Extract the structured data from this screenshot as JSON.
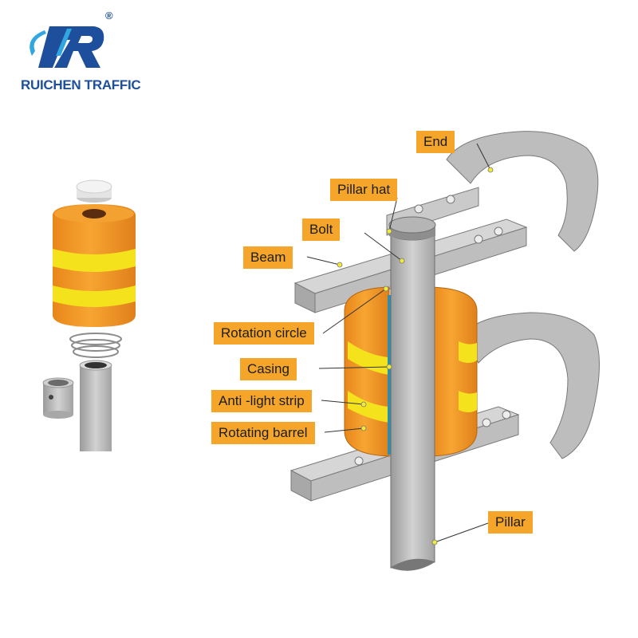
{
  "logo": {
    "brand_text": "RUICHEN TRAFFIC",
    "registered_mark": "®",
    "brand_color": "#1d4f9c"
  },
  "labels": {
    "end": "End",
    "pillar_hat": "Pillar hat",
    "bolt": "Bolt",
    "beam": "Beam",
    "rotation_circle": "Rotation circle",
    "casing": "Casing",
    "anti_light_strip": "Anti -light strip",
    "rotating_barrel": "Rotating barrel",
    "pillar": "Pillar"
  },
  "colors": {
    "label_bg": "#f5a62a",
    "barrel_orange": "#f39a1e",
    "reflective_yellow": "#f4e21c",
    "steel": "#b9b9b9",
    "steel_dark": "#8e8e8e",
    "leader_dot": "#f1ea3a"
  }
}
